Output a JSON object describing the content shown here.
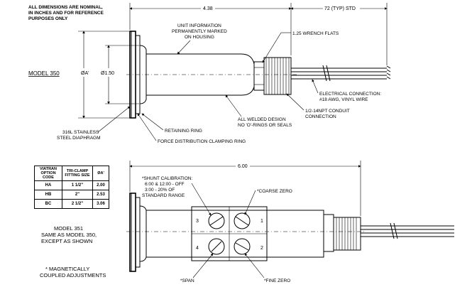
{
  "notes": {
    "dimensions": [
      "ALL DIMENSIONS ARE NOMINAL,",
      "IN INCHES AND FOR REFERENCE",
      "PURPOSES ONLY"
    ],
    "model_350": "MODEL 350",
    "model_351": [
      "MODEL 351",
      "SAME AS MODEL 350,",
      "EXCEPT AS SHOWN"
    ],
    "magnetic": [
      "* MAGNETICALLY",
      "COUPLED ADJUSTMENTS"
    ]
  },
  "top_view": {
    "dim_length": "4.38",
    "dim_wire": "72 (TYP) STD",
    "unit_info": [
      "UNIT INFORMATION",
      "PERMANENTLY MARKED",
      "ON HOUSING"
    ],
    "wrench_flats": "1.25 WRENCH FLATS",
    "dia_a": "ØA'",
    "dia_150": "Ø1.50",
    "electrical": [
      "ELECTRICAL CONNECTION:",
      "#18 AWG, VINYL WIRE"
    ],
    "conduit": [
      "1/2-14NPT CONDUIT",
      "CONNECTION"
    ],
    "welded": [
      "ALL WELDED DESIGN",
      "NO 'O'-RINGS OR SEALS"
    ],
    "diaphragm": [
      "316L STAINLESS",
      "STEEL DIAPHRAGM"
    ],
    "retaining_ring": "RETAINING RING",
    "clamping_ring": "FORCE DISTRIBUTION CLAMPING RING"
  },
  "bottom_view": {
    "dim_length": "6.00",
    "shunt": [
      "*SHUNT CALIBRATION:",
      "6:00 & 12:00 - OFF",
      "3:00 - 20% OF",
      "STANDARD RANGE"
    ],
    "coarse_zero": "*COARSE ZERO",
    "span": "*SPAN",
    "fine_zero": "*FINE ZERO",
    "pot_numbers": [
      "3",
      "1",
      "4",
      "2"
    ]
  },
  "option_table": {
    "headers": [
      "VIATRAN OPTION CODE",
      "TRI-CLAMP FITTING SIZE",
      "ØA'"
    ],
    "rows": [
      [
        "HA",
        "1 1/2\"",
        "2.00"
      ],
      [
        "HB",
        "2\"",
        "2.53"
      ],
      [
        "BC",
        "2 1/2\"",
        "3.06"
      ]
    ]
  }
}
